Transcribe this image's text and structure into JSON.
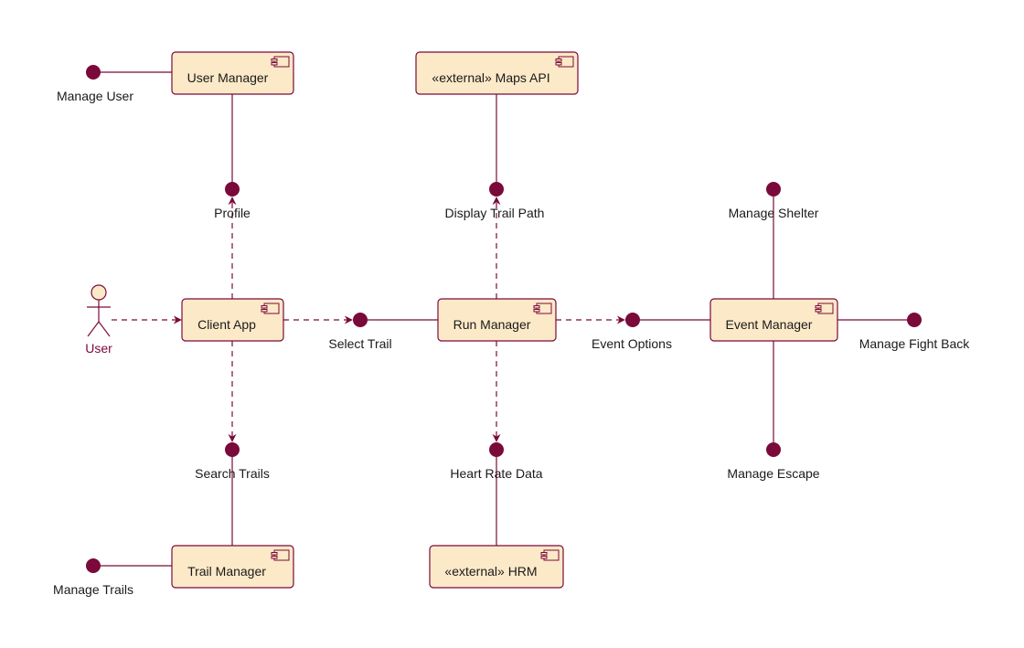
{
  "palette": {
    "accent": "#7a0a3a",
    "component_fill": "#fce9c8",
    "text": "#1a1a1a",
    "background": "#ffffff"
  },
  "actor": {
    "label": "User",
    "icon": "stick-figure-icon"
  },
  "components": {
    "user_manager": "User Manager",
    "maps_api": "«external» Maps API",
    "client_app": "Client App",
    "run_manager": "Run Manager",
    "event_manager": "Event Manager",
    "trail_manager": "Trail Manager",
    "hrm": "«external» HRM"
  },
  "component_icon": "uml-component-icon",
  "interfaces": {
    "manage_user": "Manage User",
    "profile": "Profile",
    "display_trail_path": "Display Trail Path",
    "manage_shelter": "Manage Shelter",
    "select_trail": "Select Trail",
    "event_options": "Event Options",
    "manage_fight_back": "Manage Fight Back",
    "search_trails": "Search Trails",
    "heart_rate_data": "Heart Rate Data",
    "manage_escape": "Manage Escape",
    "manage_trails": "Manage Trails"
  }
}
